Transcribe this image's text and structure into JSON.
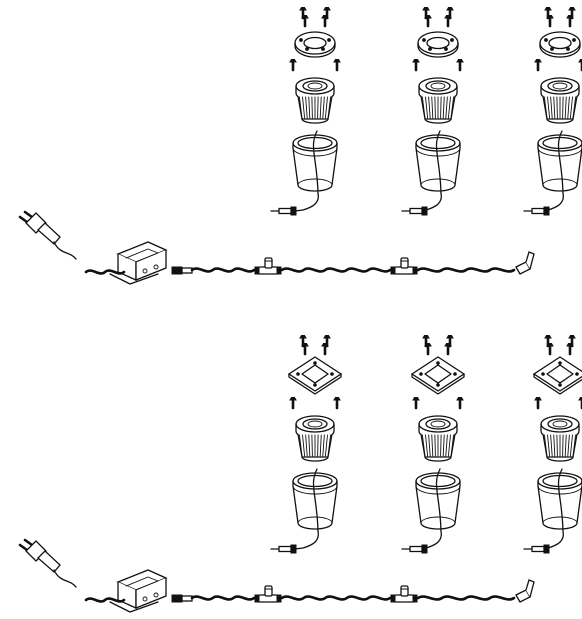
{
  "figure": {
    "caption": "",
    "background": "#ffffff",
    "line_color": "#111111"
  },
  "configurations": [
    {
      "id": "round-cover-kit",
      "cover_plate_shape": "round",
      "spotlight_count": 3,
      "connectors": [
        "t-connector",
        "t-connector",
        "end-cap"
      ],
      "parts_per_spotlight": [
        "screw",
        "cover-plate",
        "lamp-head",
        "ground-sleeve",
        "lead-cable",
        "plug-connector"
      ]
    },
    {
      "id": "square-cover-kit",
      "cover_plate_shape": "square",
      "spotlight_count": 3,
      "connectors": [
        "t-connector",
        "t-connector",
        "end-cap"
      ],
      "parts_per_spotlight": [
        "screw",
        "cover-plate",
        "lamp-head",
        "ground-sleeve",
        "lead-cable",
        "plug-connector"
      ]
    }
  ],
  "icons": {
    "power_plug": "power-plug-icon",
    "transformer": "transformer-icon",
    "t_connector": "t-connector-icon",
    "end_cap": "end-cap-icon"
  }
}
